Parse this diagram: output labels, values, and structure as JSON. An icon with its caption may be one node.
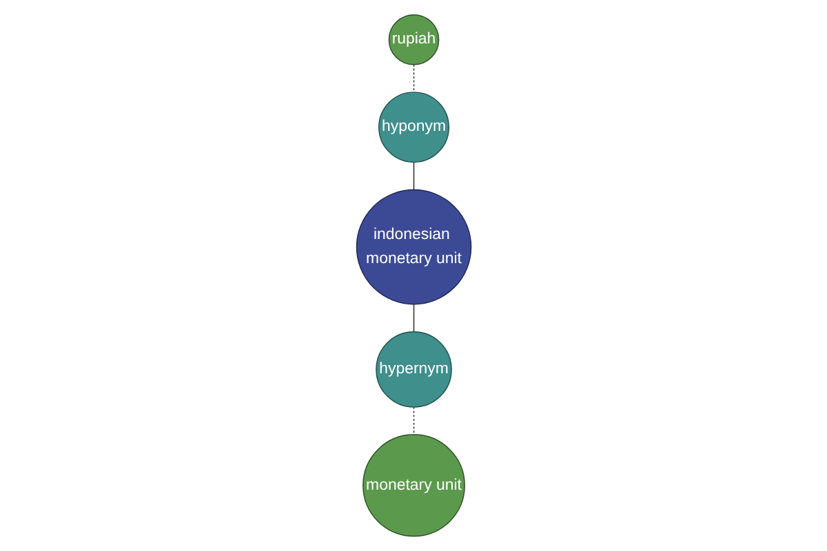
{
  "diagram": {
    "nodes": [
      {
        "text": [
          "rupiah"
        ]
      },
      {
        "text": [
          "hyponym"
        ]
      },
      {
        "text": [
          "indonesian monetary unit"
        ]
      },
      {
        "text": [
          "hypernym"
        ]
      },
      {
        "text": [
          "monetary unit"
        ]
      }
    ],
    "edges": [
      {
        "from": 0,
        "to": 1,
        "arrow": "none",
        "style": "dashed"
      },
      {
        "from": 1,
        "to": 2,
        "arrow": "none"
      },
      {
        "from": 2,
        "to": 3,
        "arrow": "none"
      },
      {
        "from": 3,
        "to": 4,
        "arrow": "none",
        "style": "dashed"
      }
    ]
  }
}
